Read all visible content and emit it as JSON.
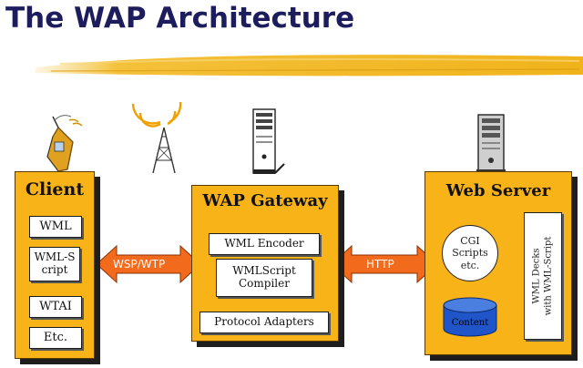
{
  "title": "The WAP Architecture",
  "colors": {
    "box_fill": "#f8b318",
    "arrow_fill": "#f26a1b",
    "title_color": "#1d1d5e",
    "content_db": "#1f55c9"
  },
  "client": {
    "title": "Client",
    "items": [
      "WML",
      "WML-Script",
      "WTAI",
      "Etc."
    ]
  },
  "gateway": {
    "title": "WAP Gateway",
    "encoder": "WML Encoder",
    "compiler_line1": "WMLScript",
    "compiler_line2": "Compiler",
    "adapters": "Protocol Adapters"
  },
  "server": {
    "title": "Web Server",
    "cgi_line1": "CGI",
    "cgi_line2": "Scripts",
    "cgi_line3": "etc.",
    "content": "Content",
    "decks_line1": "WML Decks",
    "decks_line2": "with WML-Script"
  },
  "arrows": {
    "left": "WSP/WTP",
    "right": "HTTP"
  },
  "icons": [
    "mobile-phone-icon",
    "radio-tower-icon",
    "gateway-computer-icon",
    "server-computer-icon"
  ]
}
